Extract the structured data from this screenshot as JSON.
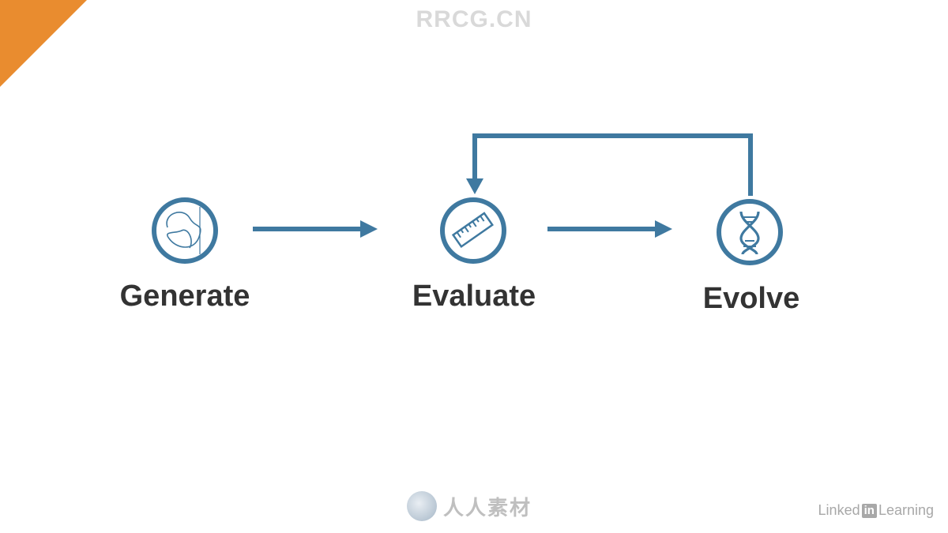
{
  "watermark": {
    "top_text": "RRCG.CN",
    "bottom_text": "人人素材"
  },
  "nodes": [
    {
      "id": "generate",
      "label": "Generate",
      "icon": "curve-plot-icon"
    },
    {
      "id": "evaluate",
      "label": "Evaluate",
      "icon": "ruler-icon"
    },
    {
      "id": "evolve",
      "label": "Evolve",
      "icon": "dna-icon"
    }
  ],
  "edges": [
    {
      "from": "generate",
      "to": "evaluate"
    },
    {
      "from": "evaluate",
      "to": "evolve"
    },
    {
      "from": "evolve",
      "to": "evaluate"
    }
  ],
  "branding": {
    "linkedin_prefix": "Linked",
    "linkedin_in": "in",
    "linkedin_suffix": "Learning"
  },
  "colors": {
    "accent": "#3f79a0",
    "corner": "#e98c2f",
    "label": "#333333"
  }
}
